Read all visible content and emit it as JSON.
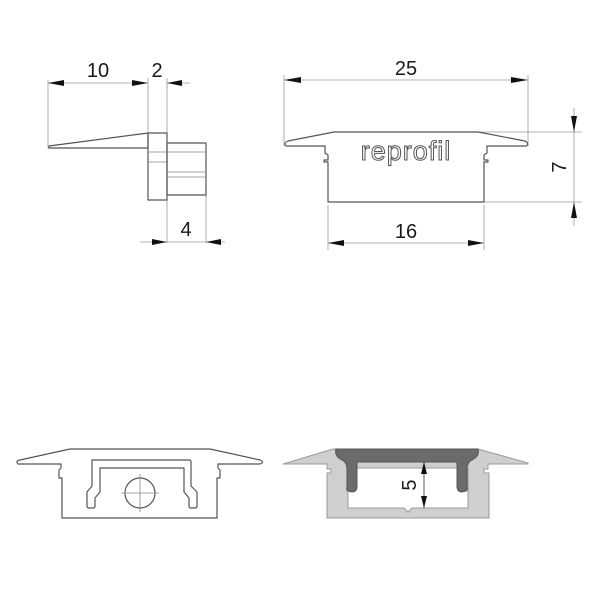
{
  "drawing": {
    "title": "Profile end cap technical drawing",
    "brand_logo_text": "reprofil",
    "colors": {
      "line": "#555555",
      "dimension_line": "#9a9a9a",
      "arrow": "#111111",
      "profile_fill": "#cfcfcf",
      "diffuser_fill": "#6b6b6b",
      "background": "#ffffff"
    },
    "views": {
      "side_view": {
        "dimensions": {
          "flange_length": "10",
          "cap_thickness": "2",
          "insert_depth": "4"
        }
      },
      "front_view": {
        "dimensions": {
          "total_width": "25",
          "insert_width": "16",
          "height": "7"
        }
      },
      "section_cap": {
        "symbol": "screw-hole-crosshair"
      },
      "section_profile": {
        "dimensions": {
          "inner_depth": "5"
        }
      }
    }
  }
}
